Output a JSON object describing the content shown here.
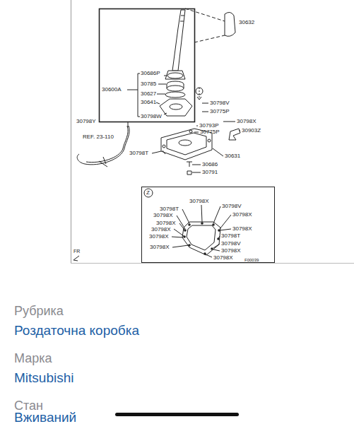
{
  "diagram": {
    "labels": [
      "30632",
      "30686P",
      "30785",
      "30600A",
      "30627",
      "30641",
      "30798W",
      "30798V",
      "30775P",
      "30798Y",
      "30793P",
      "30798X",
      "30775P",
      "30903Z",
      "REF. 23-110",
      "30631",
      "30798T",
      "30686",
      "30791",
      "Z",
      "30798X",
      "30798T",
      "30798V",
      "30798X",
      "30798X",
      "30798X",
      "30798X",
      "30798X",
      "30798X",
      "30798T",
      "30798V",
      "30798X",
      "30798X",
      "30798X",
      "F00039",
      "FR",
      "Рубрика",
      "Роздаточна коробка",
      "Марка",
      "Mitsubishi",
      "Стан",
      "Вживаний"
    ]
  }
}
